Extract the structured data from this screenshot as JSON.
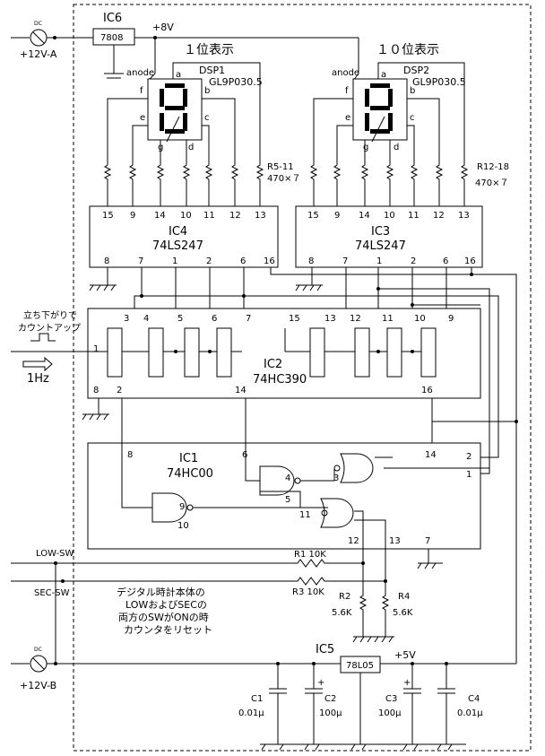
{
  "power": {
    "dc_a": "DC",
    "v12a": "+12V-A",
    "dc_b": "DC",
    "v12b": "+12V-B",
    "v8": "+8V",
    "v5": "+5V"
  },
  "ic6": {
    "name": "IC6",
    "part": "7808"
  },
  "ic5": {
    "name": "IC5",
    "part": "78L05"
  },
  "dsp1": {
    "title": "１位表示",
    "name": "DSP1",
    "part": "GL9P030.5",
    "anode": "anode",
    "segs": [
      "a",
      "b",
      "c",
      "d",
      "e",
      "f",
      "g"
    ]
  },
  "dsp2": {
    "title": "１０位表示",
    "name": "DSP2",
    "part": "GL9P030.5",
    "anode": "anode",
    "segs": [
      "a",
      "b",
      "c",
      "d",
      "e",
      "f",
      "g"
    ]
  },
  "r5": {
    "name": "R5-11",
    "value": "470×７"
  },
  "r12": {
    "name": "R12-18",
    "value": "470×７"
  },
  "ic4": {
    "name": "IC4",
    "part": "74LS247",
    "top_pins": [
      "15",
      "9",
      "14",
      "10",
      "11",
      "12",
      "13"
    ],
    "bot_pins": [
      "8",
      "7",
      "1",
      "2",
      "6",
      "16"
    ]
  },
  "ic3": {
    "name": "IC3",
    "part": "74LS247",
    "top_pins": [
      "15",
      "9",
      "14",
      "10",
      "11",
      "12",
      "13"
    ],
    "bot_pins": [
      "8",
      "7",
      "1",
      "2",
      "6",
      "16"
    ]
  },
  "ic2": {
    "name": "IC2",
    "part": "74HC390",
    "pins": [
      "3",
      "4",
      "5",
      "6",
      "7",
      "15",
      "13",
      "12",
      "11",
      "10",
      "9",
      "1",
      "8",
      "2",
      "14",
      "16"
    ]
  },
  "input": {
    "note1": "立ち下がりで",
    "note2": "カウントアップ",
    "freq": "1Hz"
  },
  "ic1": {
    "name": "IC1",
    "part": "74HC00",
    "pins": [
      "8",
      "6",
      "4",
      "3",
      "5",
      "9",
      "10",
      "11",
      "12",
      "13",
      "7",
      "14",
      "2",
      "1"
    ]
  },
  "switches": {
    "low": "LOW-SW",
    "sec": "SEC-SW"
  },
  "resistors": {
    "r1": "R1 10K",
    "r3": "R3 10K",
    "r2": "R2",
    "r2v": "5.6K",
    "r4": "R4",
    "r4v": "5.6K"
  },
  "note": {
    "l1": "デジタル時計本体の",
    "l2": "LOWおよびSECの",
    "l3": "両方のSWがONの時",
    "l4": "カウンタをリセット"
  },
  "caps": {
    "c1": "C1",
    "c1v": "0.01μ",
    "c2": "C2",
    "c2v": "100μ",
    "c3": "C3",
    "c3v": "100μ",
    "c4": "C4",
    "c4v": "0.01μ",
    "plus": "+"
  }
}
